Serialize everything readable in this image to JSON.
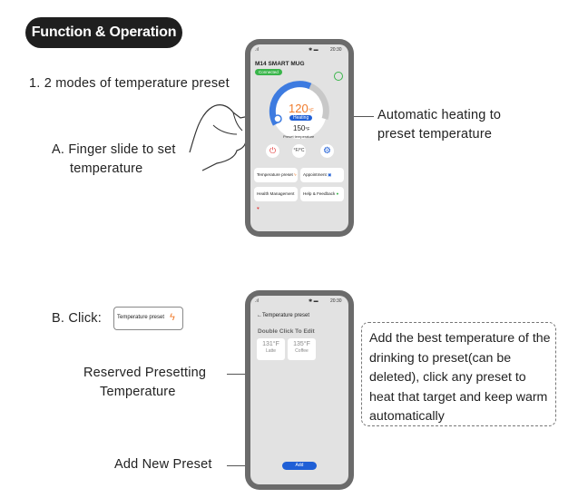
{
  "header": {
    "title": "Function & Operation"
  },
  "section1": {
    "heading": "1. 2 modes of temperature preset",
    "mode_a_line1": "A. Finger slide to set",
    "mode_a_line2": "temperature",
    "auto_line1": "Automatic heating to",
    "auto_line2": "preset temperature"
  },
  "phone1": {
    "status_time": "20:30",
    "app_title": "M14 SMART MUG",
    "connected": "Connected",
    "temperature": "120",
    "temp_unit": "°F",
    "status": "Heating",
    "preset_temp": "150",
    "preset_unit": "°F",
    "preset_label": "Preset temperature",
    "unit_toggle": "°F/°C",
    "cards": [
      {
        "label": "Temperature preset"
      },
      {
        "label": "Appointment"
      },
      {
        "label": "Health Management"
      },
      {
        "label": "Help & Feedback"
      }
    ]
  },
  "section2": {
    "mode_b": "B. Click:",
    "button_label": "Temperature preset",
    "reserved_line1": "Reserved Presetting",
    "reserved_line2": "Temperature",
    "add_new": "Add New Preset",
    "note": "Add the best temperature of the drinking to preset(can be deleted), click any preset  to heat that target and keep warm automatically"
  },
  "phone2": {
    "status_time": "20:30",
    "back_title": "Temperature preset",
    "hint": "Double Click To Edit",
    "presets": [
      {
        "temp": "131°F",
        "name": "Latte"
      },
      {
        "temp": "135°F",
        "name": "Coffee"
      }
    ],
    "add_button": "Add"
  },
  "colors": {
    "accent_blue": "#1f5fd6",
    "orange": "#f07a2a",
    "green": "#39b54a",
    "red": "#e23b3b"
  }
}
